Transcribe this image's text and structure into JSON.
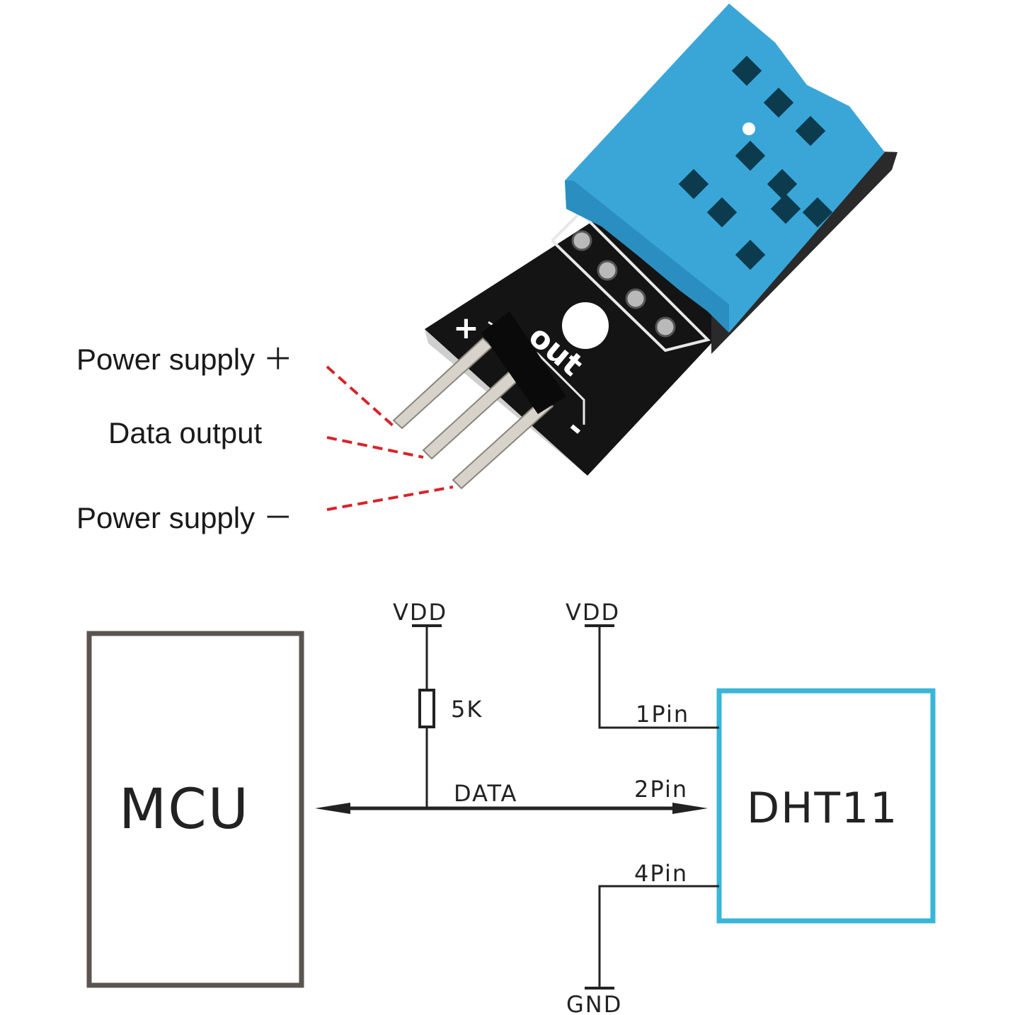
{
  "module": {
    "pin_labels": [
      "Power supply ＋",
      "Data output",
      "Power supply －"
    ],
    "pcb_silkscreen": {
      "plus": "+",
      "out": "out",
      "minus": "-"
    },
    "colors": {
      "sensor_body": "#3aa6d8",
      "pcb": "#141414",
      "leader_line": "#d8232a"
    }
  },
  "schematic": {
    "mcu_label": "MCU",
    "dht_label": "DHT11",
    "vdd_left": "VDD",
    "vdd_right": "VDD",
    "resistor_label": "5K",
    "data_label": "DATA",
    "pin1_label": "1Pin",
    "pin2_label": "2Pin",
    "pin4_label": "4Pin",
    "gnd_label": "GND",
    "colors": {
      "mcu_border": "#5a5550",
      "dht_border": "#38b6d8",
      "wire": "#222222"
    }
  }
}
